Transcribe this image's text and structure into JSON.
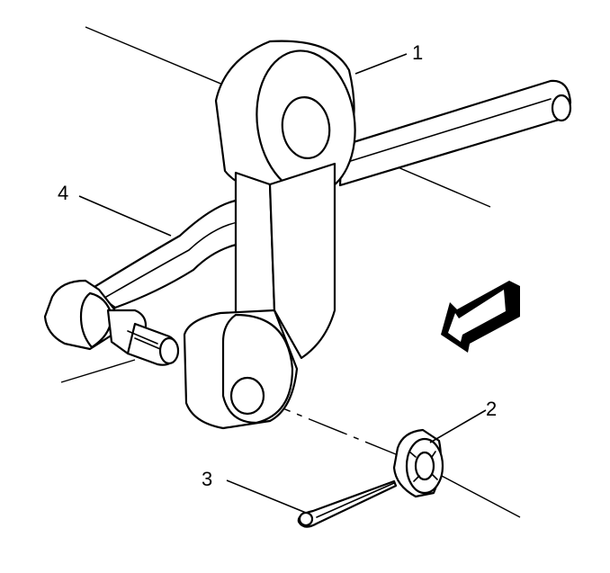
{
  "diagram": {
    "callouts": [
      {
        "id": "1",
        "label": "1"
      },
      {
        "id": "2",
        "label": "2"
      },
      {
        "id": "3",
        "label": "3"
      },
      {
        "id": "4",
        "label": "4"
      }
    ],
    "colors": {
      "line": "#000000",
      "background": "#ffffff"
    },
    "icons": [
      "direction-arrow-icon"
    ]
  }
}
